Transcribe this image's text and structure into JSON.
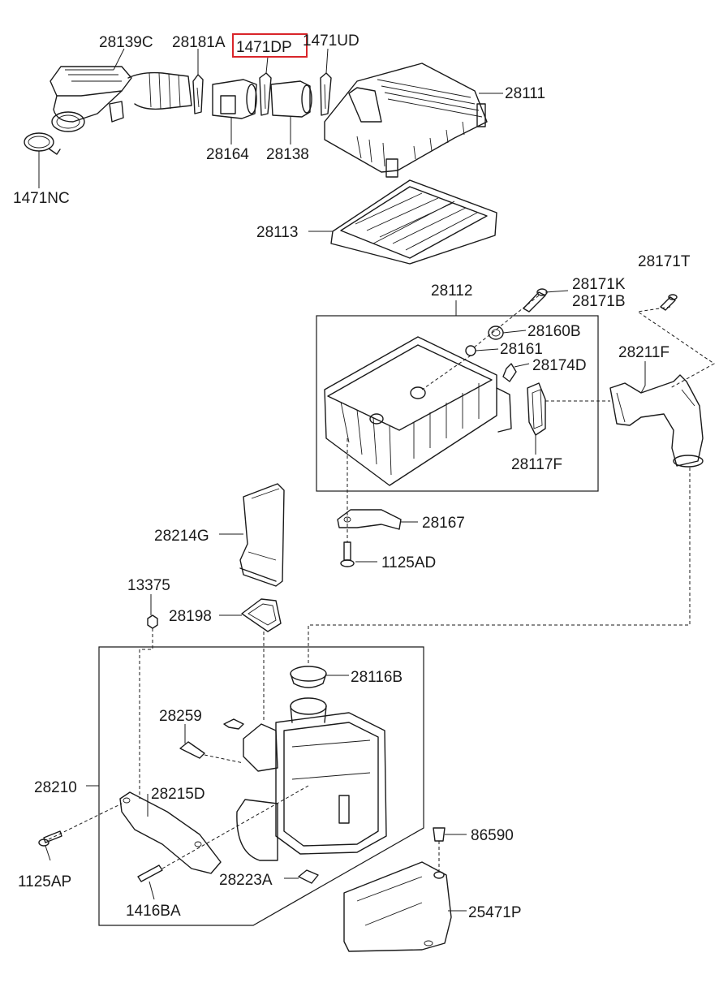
{
  "colors": {
    "line": "#1a1a1a",
    "highlight": "#d9252a",
    "background": "#ffffff"
  },
  "labels": {
    "p28139C": "28139C",
    "p28181A": "28181A",
    "p1471DP": "1471DP",
    "p1471UD": "1471UD",
    "p28111": "28111",
    "p28164": "28164",
    "p28138": "28138",
    "p1471NC": "1471NC",
    "p28113": "28113",
    "p28112": "28112",
    "p28171K": "28171K",
    "p28171B": "28171B",
    "p28171T": "28171T",
    "p28160B": "28160B",
    "p28161": "28161",
    "p28174D": "28174D",
    "p28211F": "28211F",
    "p28117F": "28117F",
    "p28167": "28167",
    "p1125AD": "1125AD",
    "p28214G": "28214G",
    "p13375": "13375",
    "p28198": "28198",
    "p28116B": "28116B",
    "p28259": "28259",
    "p28210": "28210",
    "p28215D": "28215D",
    "p86590": "86590",
    "p1125AP": "1125AP",
    "p28223A": "28223A",
    "p1416BA": "1416BA",
    "p25471P": "25471P"
  }
}
